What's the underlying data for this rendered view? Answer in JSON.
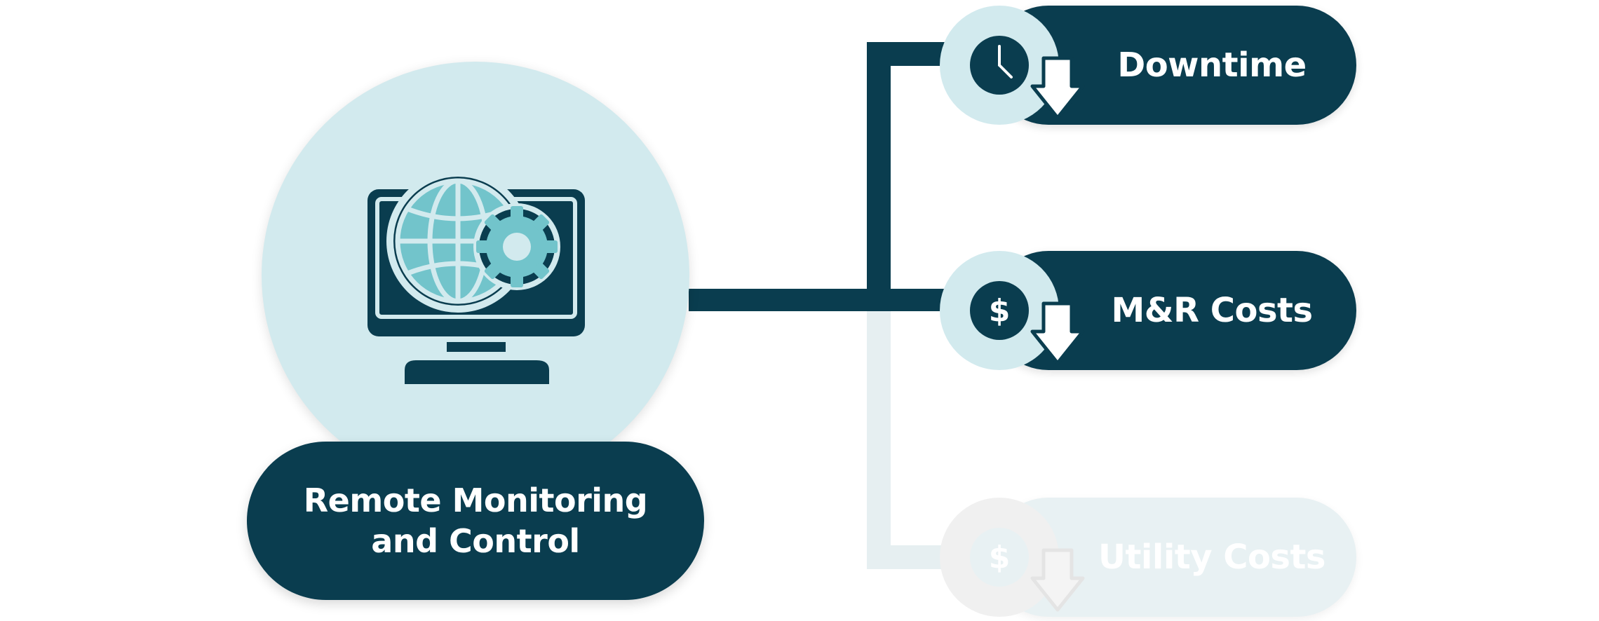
{
  "hub": {
    "label_line1": "Remote Monitoring",
    "label_line2": "and Control",
    "icon": "monitor-globe-gear-icon"
  },
  "outcomes": [
    {
      "label": "Downtime",
      "icon": "clock-icon",
      "indicator": "down-arrow-icon",
      "state": "active"
    },
    {
      "label": "M&R Costs",
      "icon": "dollar-icon",
      "indicator": "down-arrow-icon",
      "state": "active"
    },
    {
      "label": "Utility Costs",
      "icon": "dollar-icon",
      "indicator": "down-arrow-icon",
      "state": "faded"
    }
  ],
  "colors": {
    "dark_teal": "#0a3d4f",
    "light_teal": "#d2eaee",
    "icon_teal": "#72c4cb",
    "faded": "#e8f1f3"
  }
}
